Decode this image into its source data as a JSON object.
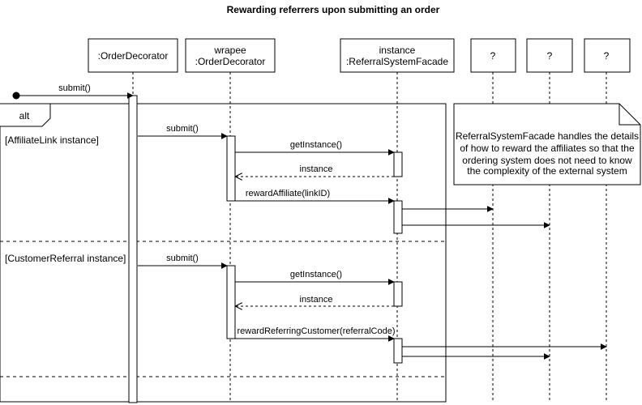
{
  "title": "Rewarding referrers upon submitting an order",
  "lifelines": [
    {
      "id": "od",
      "lines": [
        ":OrderDecorator"
      ]
    },
    {
      "id": "wrapee",
      "lines": [
        "wrapee",
        ":OrderDecorator"
      ]
    },
    {
      "id": "facade",
      "lines": [
        "instance",
        ":ReferralSystemFacade"
      ]
    },
    {
      "id": "q1",
      "lines": [
        "?"
      ]
    },
    {
      "id": "q2",
      "lines": [
        "?"
      ]
    },
    {
      "id": "q3",
      "lines": [
        "?"
      ]
    }
  ],
  "fragment": {
    "operator": "alt",
    "guards": [
      "[AffiliateLink instance]",
      "[CustomerReferral instance]"
    ]
  },
  "messages": {
    "submit_initial": "submit()",
    "submit_affiliate": "submit()",
    "get_instance_affiliate": "getInstance()",
    "instance_return_affiliate": "instance",
    "reward_affiliate": "rewardAffiliate(linkID)",
    "submit_customer": "submit()",
    "get_instance_customer": "getInstance()",
    "instance_return_customer": "instance",
    "reward_customer": "rewardReferringCustomer(referralCode)"
  },
  "note": {
    "lines": [
      "ReferralSystemFacade handles the details",
      "of how to reward the affiliates so that the",
      "ordering system does not need to know",
      "the complexity of the external system"
    ]
  }
}
